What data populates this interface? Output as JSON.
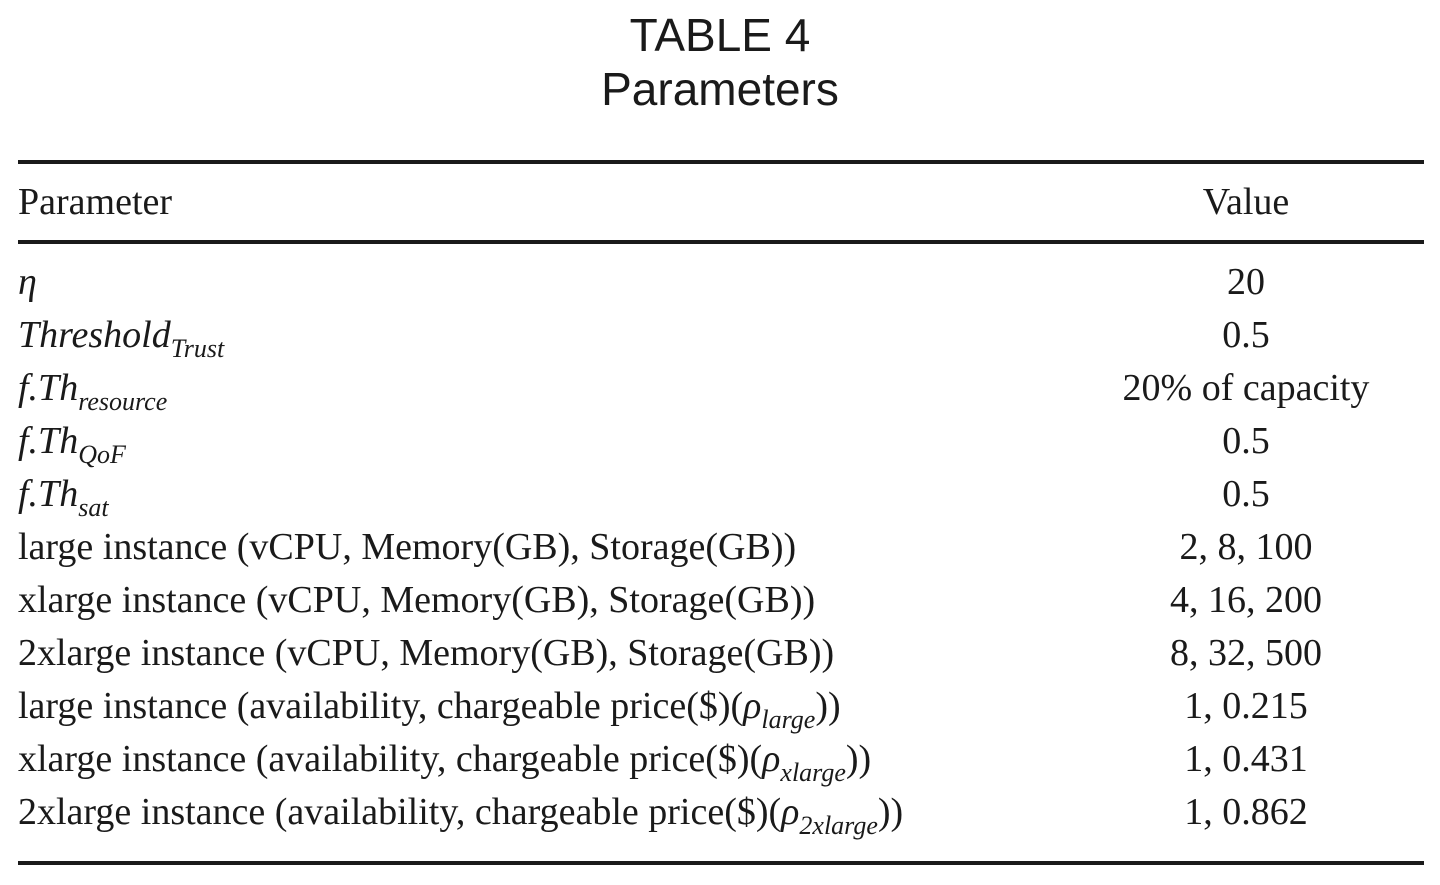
{
  "caption": {
    "label": "TABLE 4",
    "title": "Parameters"
  },
  "table": {
    "headers": {
      "parameter": "Parameter",
      "value": "Value"
    },
    "rows": [
      {
        "parameter_main": "η",
        "parameter_sub": "",
        "parameter_tail": "",
        "value": "20"
      },
      {
        "parameter_main": "Threshold",
        "parameter_sub": "Trust",
        "parameter_tail": "",
        "value": "0.5"
      },
      {
        "parameter_main": "f.Th",
        "parameter_sub": "resource",
        "parameter_tail": "",
        "value": "20% of capacity"
      },
      {
        "parameter_main": "f.Th",
        "parameter_sub": "QoF",
        "parameter_tail": "",
        "value": "0.5"
      },
      {
        "parameter_main": "f.Th",
        "parameter_sub": "sat",
        "parameter_tail": "",
        "value": "0.5"
      },
      {
        "parameter_text": "large instance (vCPU, Memory(GB), Storage(GB))",
        "value": "2, 8, 100"
      },
      {
        "parameter_text": "xlarge instance (vCPU, Memory(GB), Storage(GB))",
        "value": "4, 16, 200"
      },
      {
        "parameter_text": "2xlarge instance (vCPU, Memory(GB), Storage(GB))",
        "value": "8, 32, 500"
      },
      {
        "parameter_text": "large instance (availability, chargeable price($)(",
        "parameter_rho": "ρ",
        "parameter_sub": "large",
        "parameter_tail": "))",
        "value": "1, 0.215"
      },
      {
        "parameter_text": "xlarge instance (availability, chargeable price($)(",
        "parameter_rho": "ρ",
        "parameter_sub": "xlarge",
        "parameter_tail": "))",
        "value": "1, 0.431"
      },
      {
        "parameter_text": "2xlarge instance (availability, chargeable price($)(",
        "parameter_rho": "ρ",
        "parameter_sub": "2xlarge",
        "parameter_tail": "))",
        "value": "1, 0.862"
      }
    ]
  }
}
